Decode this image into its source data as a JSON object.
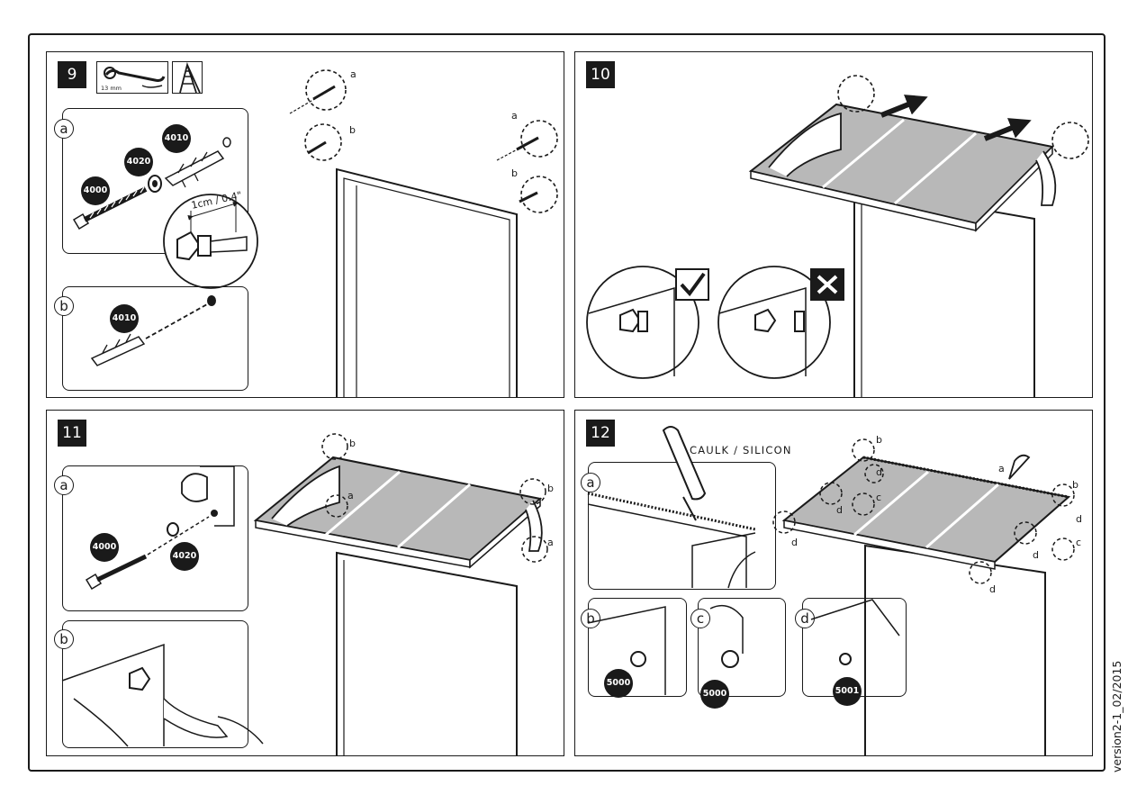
{
  "steps": [
    {
      "number": "9"
    },
    {
      "number": "10"
    },
    {
      "number": "11"
    },
    {
      "number": "12"
    }
  ],
  "step9": {
    "tool_label": "13 mm",
    "sub_a": {
      "label": "a",
      "parts": [
        "4010",
        "4020",
        "4000"
      ],
      "measure": "1cm / 0.4\""
    },
    "sub_b": {
      "label": "b",
      "parts": [
        "4010"
      ]
    },
    "callouts": [
      "a",
      "b",
      "a",
      "b"
    ]
  },
  "step11": {
    "sub_a": {
      "label": "a",
      "parts": [
        "4000",
        "4020"
      ]
    },
    "sub_b": {
      "label": "b"
    },
    "callouts": [
      "b",
      "a",
      "b",
      "a"
    ]
  },
  "step12": {
    "caulk_text": "CAULK / SILICON",
    "sub_a": {
      "label": "a"
    },
    "sub_b": {
      "label": "b",
      "part": "5000"
    },
    "sub_c": {
      "label": "c",
      "part": "5000"
    },
    "sub_d": {
      "label": "d",
      "part": "5001"
    },
    "callouts": [
      "b",
      "d",
      "c",
      "d",
      "d",
      "a",
      "b",
      "d",
      "c",
      "d",
      "d"
    ]
  },
  "version": "version2-1_02/2015",
  "colors": {
    "ink": "#1a1a1a",
    "panel_fill": "#b8b8b8",
    "check_fill": "#ffffff",
    "x_fill": "#1a1a1a"
  },
  "icons": [
    "wrench-icon",
    "ladder-icon",
    "check-icon",
    "cross-icon",
    "caulk-gun-icon",
    "hand-wrench-icon"
  ]
}
